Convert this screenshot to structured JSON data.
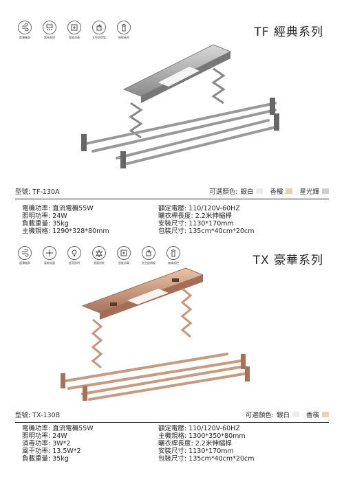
{
  "tf": {
    "series_title": "TF 經典系列",
    "features": [
      {
        "icon": "wind-drying-icon",
        "label": "超薄機身"
      },
      {
        "icon": "uv-light-icon",
        "label": "超長照明"
      },
      {
        "icon": "sterilize-icon",
        "label": "智能消毒"
      },
      {
        "icon": "hand-rack-icon",
        "label": "太空鋁帶架"
      },
      {
        "icon": "remote-control-icon",
        "label": "無線遙控"
      }
    ],
    "model_label": "型號:",
    "model": "TF-130A",
    "colors_label": "可選顏色:",
    "colors": [
      {
        "name": "銀白",
        "hex": "#ececec"
      },
      {
        "name": "香檳",
        "hex": "#e6d3b6"
      },
      {
        "name": "星光輝",
        "hex": "#cfcfcf"
      }
    ],
    "specs_left": [
      "電機功率: 直流電機55W",
      "照明功率: 24W",
      "負載重量: 35kg",
      "主機規格: 1290*328*80mm"
    ],
    "specs_right": [
      "額定電壓: 110/120V-60HZ",
      "曬衣桿長度: 2.2米伸縮桿",
      "安裝尺寸: 1130*170mm",
      "包裝尺寸: 135cm*40cm*20cm"
    ]
  },
  "tx": {
    "series_title": "TX 豪華系列",
    "features": [
      {
        "icon": "wind-drying-icon",
        "label": "超薄機身"
      },
      {
        "icon": "high-fan-icon",
        "label": "風乾殺菌"
      },
      {
        "icon": "light-icon",
        "label": "超亮照明"
      },
      {
        "icon": "heat-dry-icon",
        "label": "熱風烘乾"
      },
      {
        "icon": "sterilize-icon",
        "label": "智能消毒"
      },
      {
        "icon": "hand-rack-icon",
        "label": "太空鋁帶架"
      },
      {
        "icon": "remote-control-icon",
        "label": "無線遙控"
      }
    ],
    "model_label": "型號:",
    "model": "TX-130B",
    "colors_label": "可選顏色:",
    "colors": [
      {
        "name": "銀白",
        "hex": "#ececec"
      },
      {
        "name": "香檳",
        "hex": "#e6d3b6"
      }
    ],
    "specs_left": [
      "電機功率: 直流電機55W",
      "照明功率: 24W",
      "消毒功率: 3W*2",
      "風干功率: 13.5W*2",
      "負載重量: 35kg"
    ],
    "specs_right": [
      "額定電壓: 110/120V-60HZ",
      "主機規格: 1300*350*80mm",
      "曬衣桿長度: 2.2米伸縮桿",
      "安裝尺寸: 1130*170mm",
      "包裝尺寸: 135cm*40cm*20cm"
    ]
  }
}
